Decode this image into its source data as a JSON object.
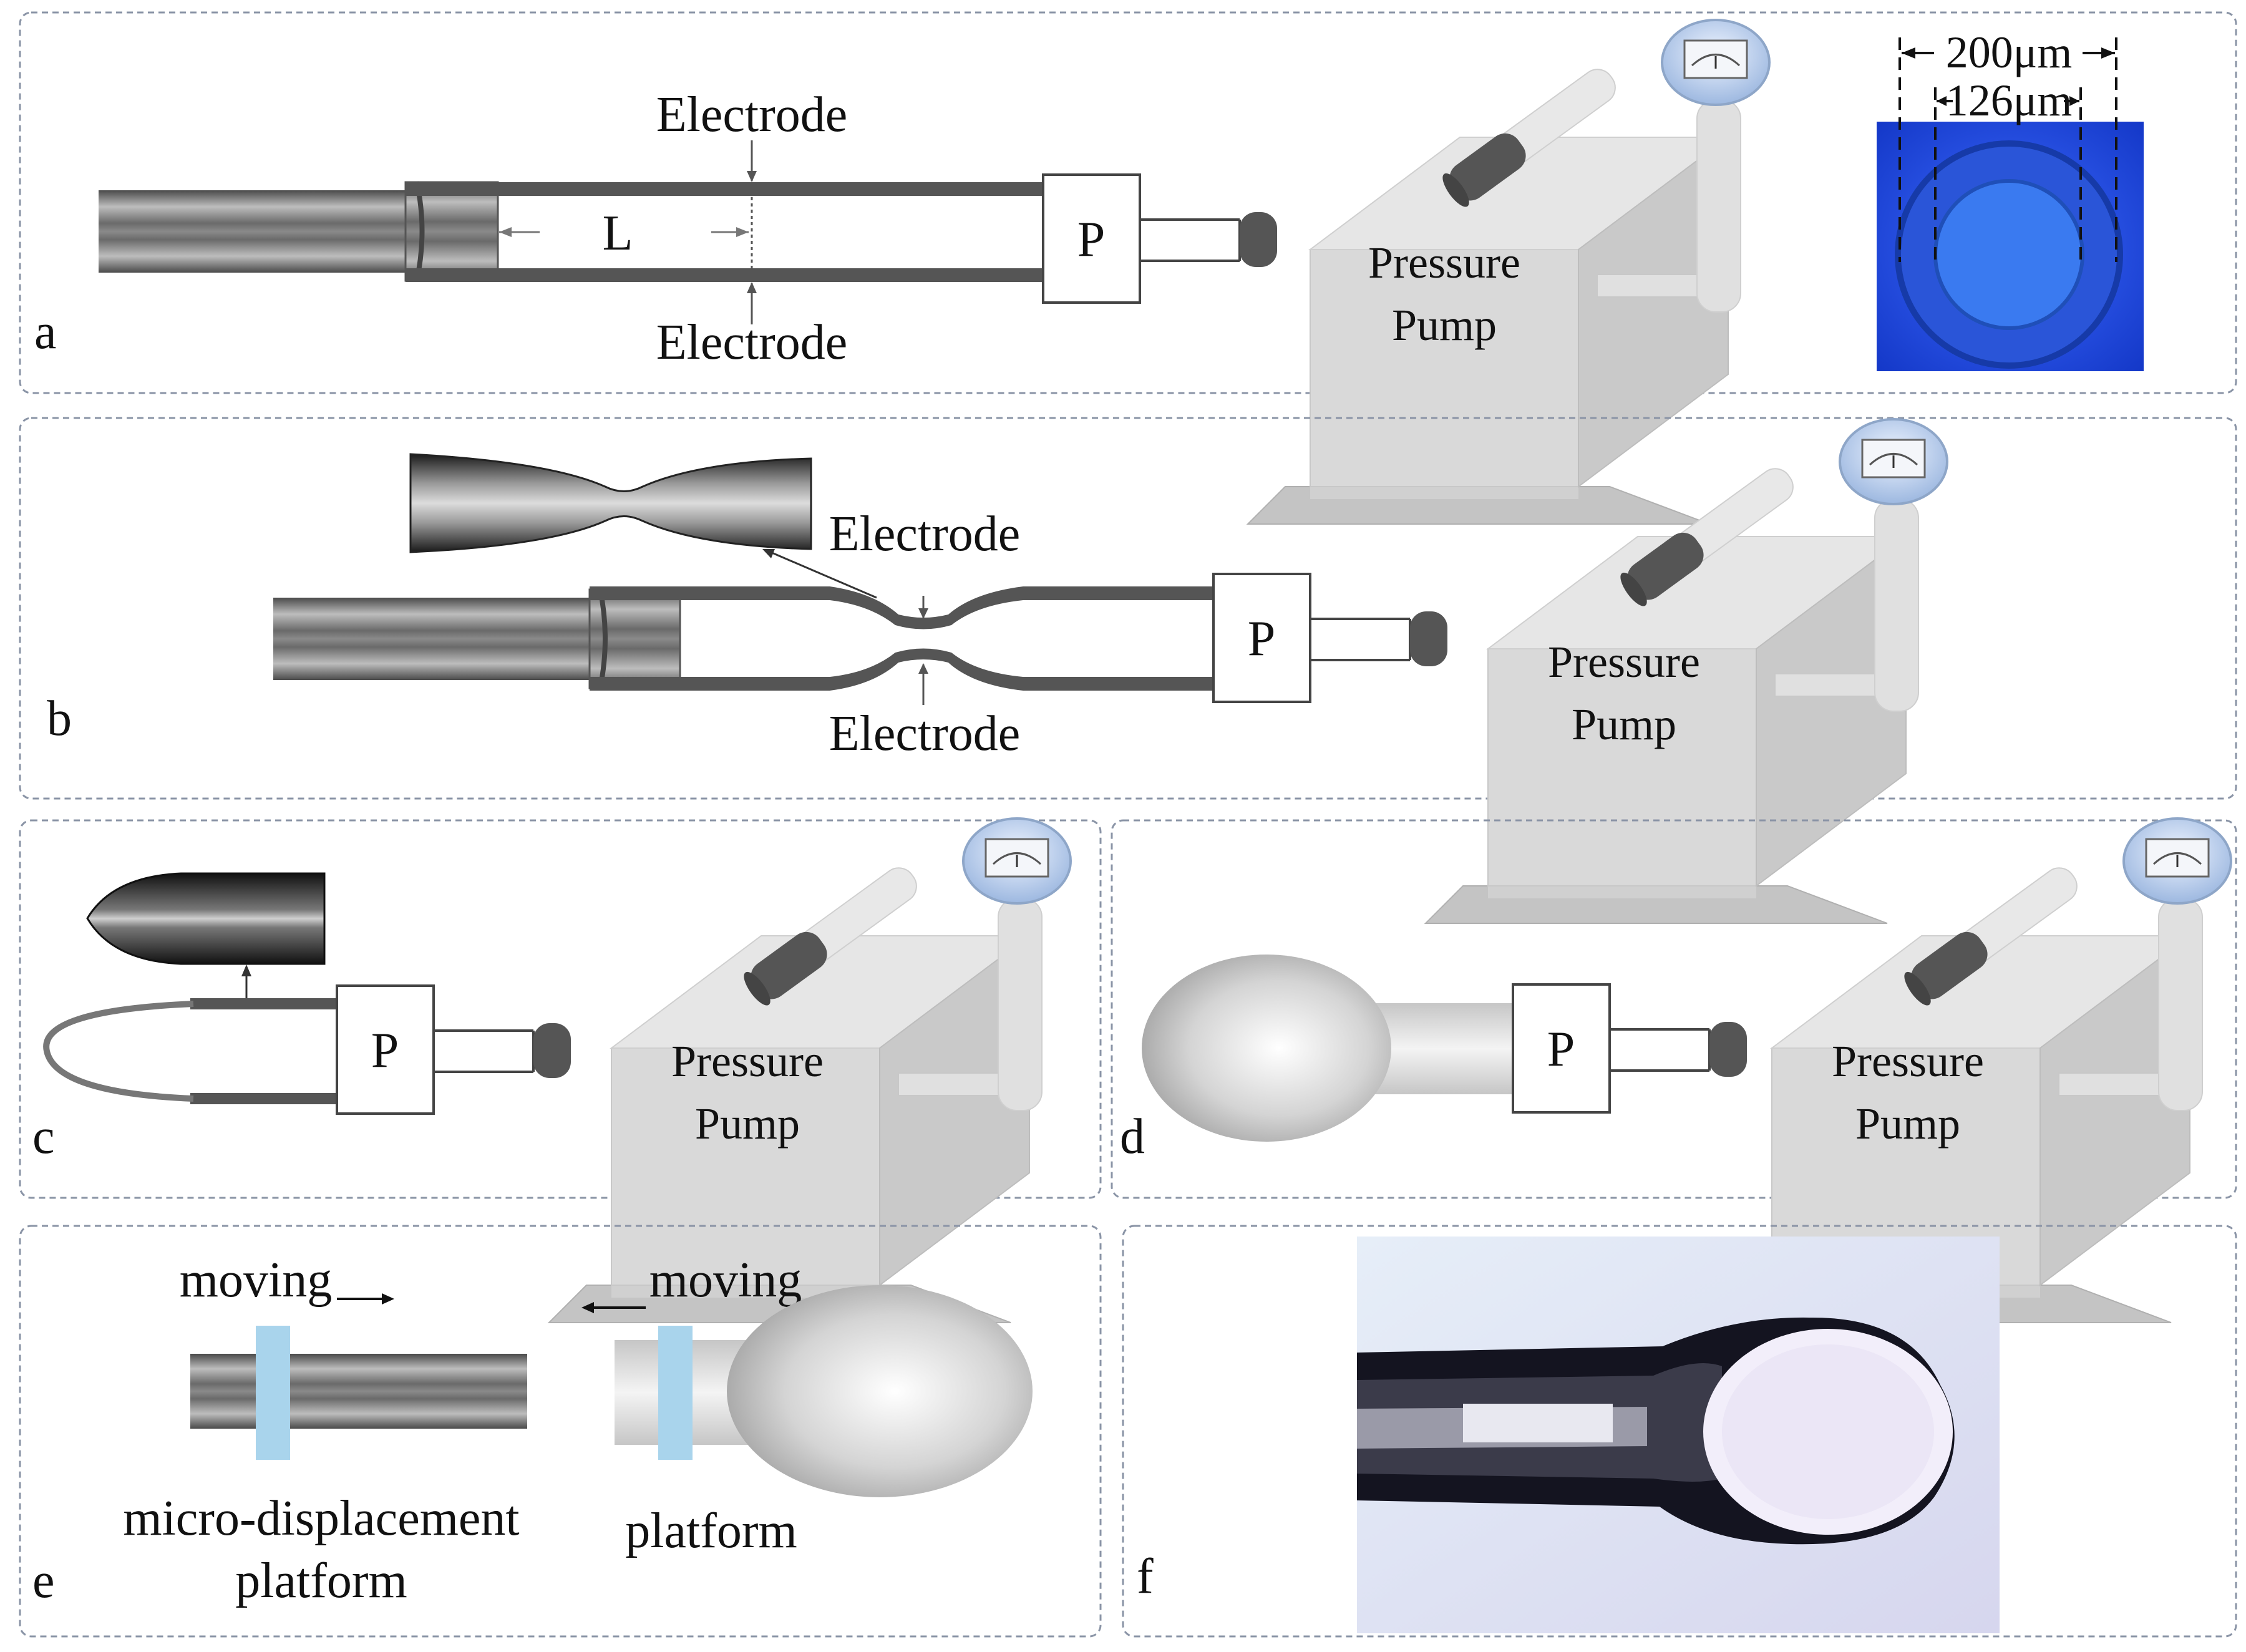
{
  "panels": {
    "a": {
      "letter": "a",
      "electrode_top": "Electrode",
      "electrode_bottom": "Electrode",
      "length_label": "L",
      "connector": "P",
      "pump_line1": "Pressure",
      "pump_line2": "Pump",
      "dim_outer": "200μm",
      "dim_inner": "126μm"
    },
    "b": {
      "letter": "b",
      "electrode_top": "Electrode",
      "electrode_bottom": "Electrode",
      "connector": "P",
      "pump_line1": "Pressure",
      "pump_line2": "Pump"
    },
    "c": {
      "letter": "c",
      "connector": "P",
      "pump_line1": "Pressure",
      "pump_line2": "Pump"
    },
    "d": {
      "letter": "d",
      "connector": "P",
      "pump_line1": "Pressure",
      "pump_line2": "Pump"
    },
    "e": {
      "letter": "e",
      "moving_left": "moving",
      "moving_right": "moving",
      "platform_left_line1": "micro-displacement",
      "platform_left_line2": "platform",
      "platform_right": "platform"
    },
    "f": {
      "letter": "f"
    }
  },
  "colors": {
    "frame": "#8a94a6",
    "fiber_dark": "#505050",
    "fiber_light": "#b8b8b8",
    "pump_body": "#dcdcdc",
    "micrograph_blue": "#1f4fe0",
    "platform_block": "#a9d4ec"
  }
}
